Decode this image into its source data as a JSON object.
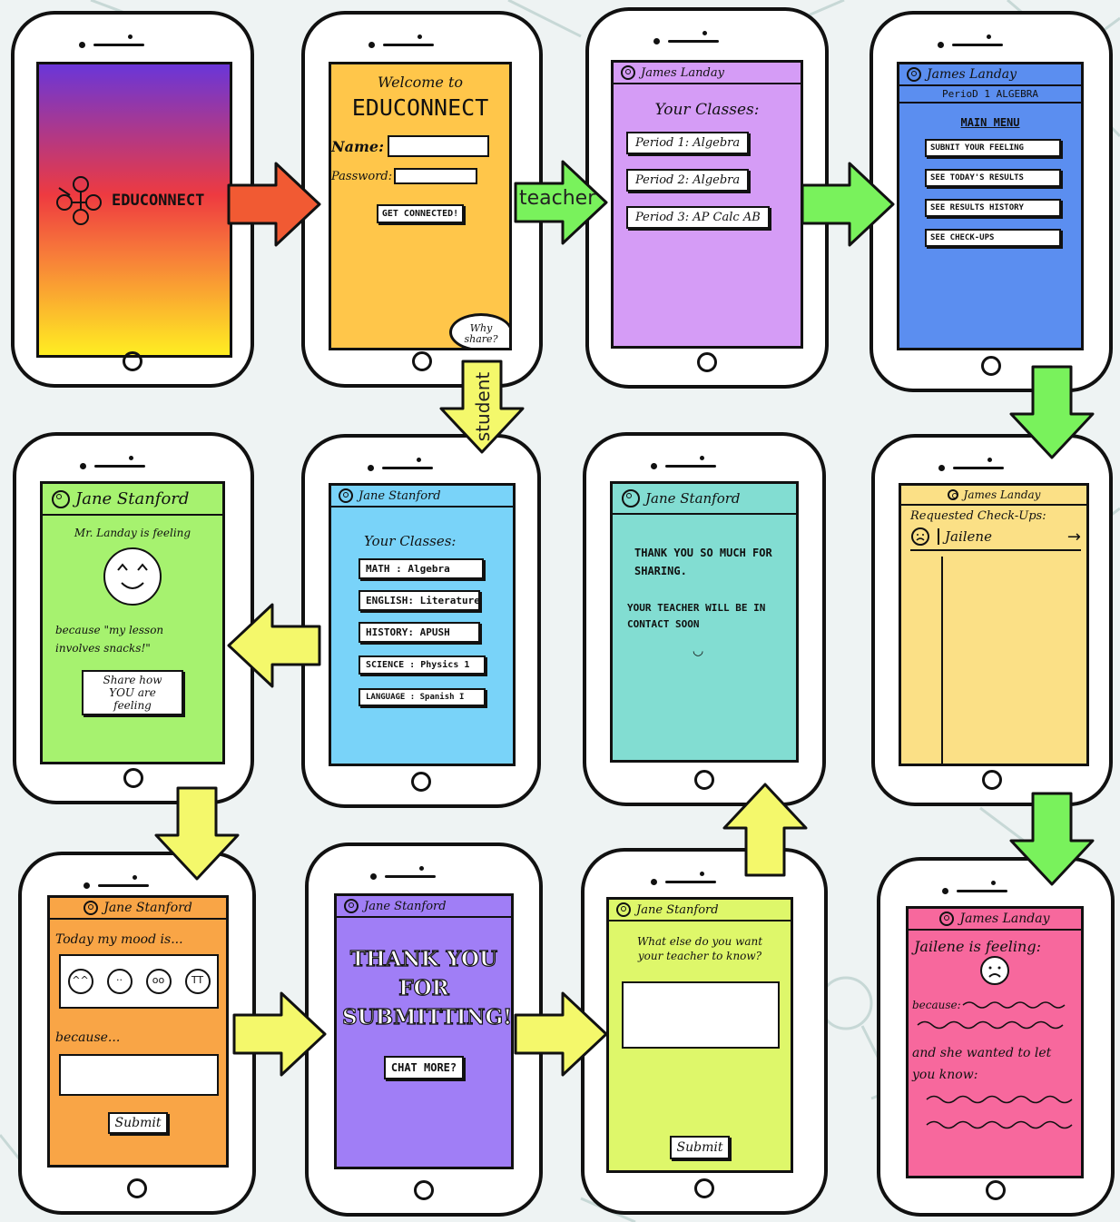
{
  "colors": {
    "ink": "#111111",
    "splash_top": "#6a36d8",
    "splash_mid": "#ee3a40",
    "splash_bottom": "#ffee22",
    "login_bg": "#ffc64a",
    "teacher_classes_bg": "#d59cf6",
    "teacher_menu_bg": "#5b8ef0",
    "checkups_bg": "#fbe086",
    "student_classes_bg": "#79d3f9",
    "thanks_contact_bg": "#82ddd2",
    "feeling_bg": "#a6f26f",
    "mood_bg": "#f9a546",
    "thank_submit_bg": "#a07ef6",
    "chat_bg": "#def76a",
    "detail_bg": "#f7689d",
    "arrow_red": "#f15a33",
    "arrow_green": "#79f25c",
    "arrow_yellow": "#f4f86b"
  },
  "splash": {
    "app_name": "EDUCONNECT",
    "logo_icon": "network-people-icon"
  },
  "login": {
    "welcome": "Welcome to",
    "app_name": "EDUCONNECT",
    "name_label": "Name:",
    "password_label": "Password:",
    "button": "GET CONNECTED!",
    "why_share": "Why share?"
  },
  "teacher_classes": {
    "user": "James Landay",
    "title": "Your Classes:",
    "classes": [
      "Period 1: Algebra",
      "Period 2: Algebra",
      "Period 3: AP Calc AB"
    ]
  },
  "teacher_menu": {
    "user": "James Landay",
    "period": "PerioD 1 ALGEBRA",
    "title": "MAIN MENU",
    "items": [
      "SUBNIT YOUR FEELING",
      "SEE TODAY'S RESULTS",
      "SEE RESULTS HISTORY",
      "SEE CHECK-UPS"
    ]
  },
  "checkups": {
    "user": "James Landay",
    "title": "Requested Check-Ups:",
    "student": "Jailene",
    "arrow": "→"
  },
  "student_classes": {
    "user": "Jane Stanford",
    "title": "Your Classes:",
    "classes": [
      "MATH : Algebra",
      "ENGLISH: Literature",
      "HISTORY: APUSH",
      "SCIENCE : Physics 1",
      "LANGUAGE : Spanish I"
    ]
  },
  "thanks_contact": {
    "user": "Jane Stanford",
    "line1": "THANK YOU SO MUCH FOR SHARING.",
    "line2": "YOUR TEACHER WILL BE IN CONTACT SOON"
  },
  "feeling": {
    "user": "Jane Stanford",
    "intro": "Mr. Landay is feeling",
    "because": "because \"my lesson involves snacks!\"",
    "button": "Share how YOU are feeling"
  },
  "mood": {
    "user": "Jane Stanford",
    "prompt": "Today my mood is...",
    "because": "because...",
    "button": "Submit"
  },
  "thank_submit": {
    "user": "Jane Stanford",
    "message": "THANK YOU FOR SUBMITTING!",
    "button": "CHAT MORE?"
  },
  "chat": {
    "user": "Jane Stanford",
    "prompt": "What else do you want your teacher to know?",
    "button": "Submit"
  },
  "detail": {
    "user": "James Landay",
    "heading": "Jailene is feeling:",
    "because": "because:",
    "wanted": "and she wanted to let you know:"
  },
  "flow_labels": {
    "teacher": "teacher",
    "student": "student"
  }
}
